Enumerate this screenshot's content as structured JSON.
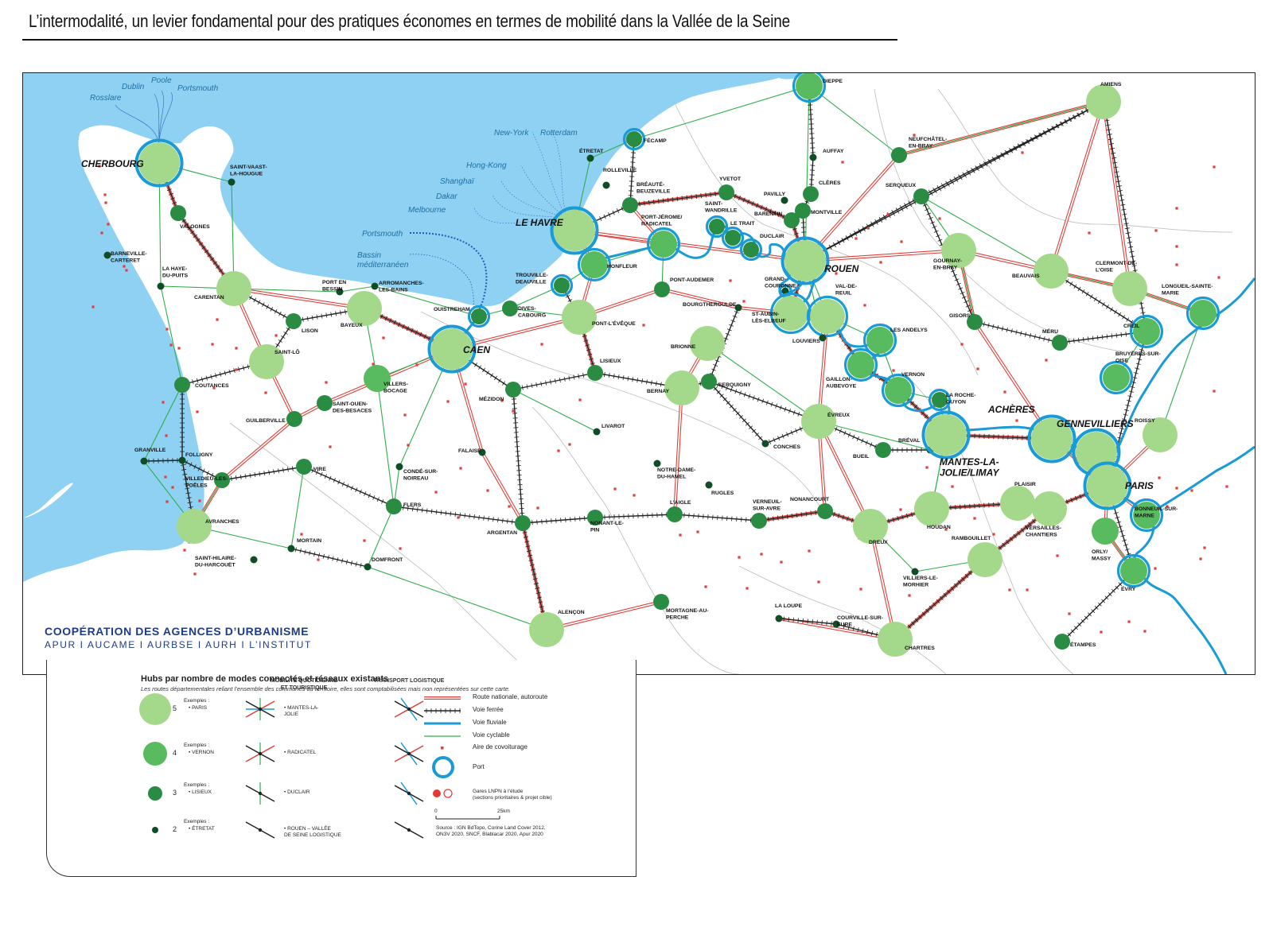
{
  "title": "L’intermodalité, un levier fondamental pour des pratiques économes en termes de mobilité dans la Vallée de la Seine",
  "agencies": {
    "line1": "COOPÉRATION DES AGENCES D’URBANISME",
    "line2": "APUR I AUCAME I AURBSE I AURH I L’INSTITUT"
  },
  "colors": {
    "sea": "#8fd1f2",
    "road_red": "#e0403a",
    "rail": "#222222",
    "river": "#1a9bd7",
    "cycle": "#2fae4a",
    "carpool": "#e0403a",
    "hub5": "#a4d88a",
    "hub4": "#58bb5f",
    "hub3": "#2a8c43",
    "hub2": "#0f4d26",
    "port_ring": "#1a9bd7"
  },
  "sea_labels": {
    "dublin": "Dublin",
    "poole": "Poole",
    "portsmouth_top": "Portsmouth",
    "rosslare": "Rosslare",
    "newyork": "New-York",
    "rotterdam": "Rotterdam",
    "hongkong": "Hong-Kong",
    "shanghai": "Shanghaï",
    "dakar": "Dakar",
    "melbourne": "Melbourne",
    "portsmouth": "Portsmouth",
    "bassin": "Bassin",
    "mediterraneen": "méditerranéen"
  },
  "places": [
    {
      "id": "cherbourg",
      "name": "CHERBOURG",
      "level": 5,
      "port": true,
      "big": true
    },
    {
      "id": "stvaast",
      "name": "SAINT-VAAST-\nLA-HOUGUE",
      "level": 2,
      "port": false
    },
    {
      "id": "valognes",
      "name": "VALOGNES",
      "level": 3,
      "port": false
    },
    {
      "id": "barneville",
      "name": "BARNEVILLE-\nCARTERET",
      "level": 2,
      "port": false
    },
    {
      "id": "lahaye",
      "name": "LA HAYE-\nDU-PUITS",
      "level": 2,
      "port": false
    },
    {
      "id": "carentan",
      "name": "CARENTAN",
      "level": 5,
      "port": false
    },
    {
      "id": "portbessin",
      "name": "PORT EN\nBESSIN",
      "level": 2,
      "port": false
    },
    {
      "id": "arromanches",
      "name": "ARROMANCHES-\nLES-BAINS",
      "level": 2,
      "port": false
    },
    {
      "id": "bayeux",
      "name": "BAYEUX",
      "level": 5,
      "port": false
    },
    {
      "id": "lison",
      "name": "LISON",
      "level": 3,
      "port": false
    },
    {
      "id": "stlo",
      "name": "SAINT-LÔ",
      "level": 5,
      "port": false
    },
    {
      "id": "coutances",
      "name": "COUTANCES",
      "level": 3,
      "port": false
    },
    {
      "id": "guilberville",
      "name": "GUILBERVILLE",
      "level": 3,
      "port": false
    },
    {
      "id": "stouen",
      "name": "SAINT-OUEN-\nDES-BESACES",
      "level": 3,
      "port": false
    },
    {
      "id": "villersbocage",
      "name": "VILLERS-\nBOCAGE",
      "level": 4,
      "port": false
    },
    {
      "id": "granville",
      "name": "GRANVILLE",
      "level": 2,
      "port": false
    },
    {
      "id": "folligny",
      "name": "FOLLIGNY",
      "level": 2,
      "port": false
    },
    {
      "id": "villedieu",
      "name": "VILLEDIEU-LES-\nPOÊLES",
      "level": 3,
      "port": false
    },
    {
      "id": "vire",
      "name": "VIRE",
      "level": 3,
      "port": false
    },
    {
      "id": "avranches",
      "name": "AVRANCHES",
      "level": 5,
      "port": false
    },
    {
      "id": "mortain",
      "name": "MORTAIN",
      "level": 2,
      "port": false
    },
    {
      "id": "sthilaire",
      "name": "SAINT-HILAIRE-\nDU-HARCOUËT",
      "level": 2,
      "port": false
    },
    {
      "id": "domfront",
      "name": "DOMFRONT",
      "level": 2,
      "port": false
    },
    {
      "id": "flers",
      "name": "FLERS",
      "level": 3,
      "port": false
    },
    {
      "id": "condesn",
      "name": "CONDÉ-SUR-\nNOIREAU",
      "level": 2,
      "port": false
    },
    {
      "id": "ouistreham",
      "name": "OUISTREHAM",
      "level": 3,
      "port": true
    },
    {
      "id": "caen",
      "name": "CAEN",
      "level": 5,
      "port": true,
      "big": true
    },
    {
      "id": "dives",
      "name": "DIVES-\nCABOURG",
      "level": 3,
      "port": false
    },
    {
      "id": "trouville",
      "name": "TROUVILLE-\nDEAUVILLE",
      "level": 3,
      "port": true
    },
    {
      "id": "mezidon",
      "name": "MÉZIDON",
      "level": 3,
      "port": false
    },
    {
      "id": "falaise",
      "name": "FALAISE",
      "level": 2,
      "port": false
    },
    {
      "id": "argentan",
      "name": "ARGENTAN",
      "level": 3,
      "port": false
    },
    {
      "id": "alencon",
      "name": "ALENÇON",
      "level": 5,
      "port": false
    },
    {
      "id": "pontleveque",
      "name": "PONT-L’ÉVÊQUE",
      "level": 5,
      "port": false
    },
    {
      "id": "lisieux",
      "name": "LISIEUX",
      "level": 3,
      "port": false
    },
    {
      "id": "livarot",
      "name": "LIVAROT",
      "level": 2,
      "port": false
    },
    {
      "id": "honfleur",
      "name": "HONFLEUR",
      "level": 4,
      "port": true
    },
    {
      "id": "lehavre",
      "name": "LE HAVRE",
      "level": 5,
      "port": true,
      "big": true
    },
    {
      "id": "etretat",
      "name": "ÉTRETAT",
      "level": 2,
      "port": false
    },
    {
      "id": "fecamp",
      "name": "FÉCAMP",
      "level": 3,
      "port": true
    },
    {
      "id": "rolleville",
      "name": "ROLLEVILLE",
      "level": 2,
      "port": false
    },
    {
      "id": "breaute",
      "name": "BRÉAUTÉ-\nBEUZEVILLE",
      "level": 3,
      "port": false
    },
    {
      "id": "portjerome",
      "name": "PORT-JÉROME/\nRADICATEL",
      "level": 4,
      "port": true
    },
    {
      "id": "pontaudemer",
      "name": "PONT-AUDEMER",
      "level": 3,
      "port": false
    },
    {
      "id": "bourgtheroulde",
      "name": "BOURGTHEROULDE",
      "level": 2,
      "port": false
    },
    {
      "id": "brionne",
      "name": "BRIONNE",
      "level": 5,
      "port": false
    },
    {
      "id": "bernay",
      "name": "BERNAY",
      "level": 5,
      "port": false
    },
    {
      "id": "serquigny",
      "name": "SERQUIGNY",
      "level": 3,
      "port": false
    },
    {
      "id": "notredame",
      "name": "NOTRE-DAME-\nDU-HAMEL",
      "level": 2,
      "port": false
    },
    {
      "id": "rugles",
      "name": "RUGLES",
      "level": 2,
      "port": false
    },
    {
      "id": "laigle",
      "name": "L’AIGLE",
      "level": 3,
      "port": false
    },
    {
      "id": "nonant",
      "name": "NONANT-LE-\nPIN",
      "level": 3,
      "port": false
    },
    {
      "id": "mortagne",
      "name": "MORTAGNE-AU-\nPERCHE",
      "level": 3,
      "port": false
    },
    {
      "id": "yvetot",
      "name": "YVETOT",
      "level": 3,
      "port": false
    },
    {
      "id": "stwandrille",
      "name": "SAINT-\nWANDRILLE",
      "level": 3,
      "port": true
    },
    {
      "id": "letrait",
      "name": "LE TRAIT",
      "level": 3,
      "port": true
    },
    {
      "id": "duclair",
      "name": "DUCLAIR",
      "level": 3,
      "port": true
    },
    {
      "id": "pavilly",
      "name": "PAVILLY",
      "level": 2,
      "port": false
    },
    {
      "id": "barentin",
      "name": "BARENTIN",
      "level": 3,
      "port": false
    },
    {
      "id": "montville",
      "name": "MONTVILLE",
      "level": 3,
      "port": false
    },
    {
      "id": "cleres",
      "name": "CLÈRES",
      "level": 3,
      "port": false
    },
    {
      "id": "auffay",
      "name": "AUFFAY",
      "level": 2,
      "port": false
    },
    {
      "id": "dieppe",
      "name": "DIEPPE",
      "level": 4,
      "port": true
    },
    {
      "id": "grandcouronne",
      "name": "GRAND-\nCOURONNE",
      "level": 2,
      "port": true
    },
    {
      "id": "rouen",
      "name": "ROUEN",
      "level": 5,
      "port": true,
      "big": true
    },
    {
      "id": "staubin",
      "name": "ST-AUBIN-\nLÈS-ELBEUF",
      "level": 5,
      "port": true
    },
    {
      "id": "valdereuil",
      "name": "VAL-DE-\nREUIL",
      "level": 5,
      "port": true
    },
    {
      "id": "louviers",
      "name": "LOUVIERS",
      "level": 2,
      "port": false
    },
    {
      "id": "lesandelys",
      "name": "LES ANDELYS",
      "level": 4,
      "port": true
    },
    {
      "id": "gaillon",
      "name": "GAILLON-\nAUBEVOYE",
      "level": 4,
      "port": true
    },
    {
      "id": "vernon",
      "name": "VERNON",
      "level": 4,
      "port": true
    },
    {
      "id": "larocheguyon",
      "name": "LA ROCHE-\nGUYON",
      "level": 3,
      "port": true
    },
    {
      "id": "evreux",
      "name": "ÉVREUX",
      "level": 5,
      "port": false
    },
    {
      "id": "conches",
      "name": "CONCHES",
      "level": 2,
      "port": false
    },
    {
      "id": "vernsurav",
      "name": "VERNEUIL-\nSUR-AVRE",
      "level": 3,
      "port": false
    },
    {
      "id": "nonancourt",
      "name": "NONANCOURT",
      "level": 3,
      "port": false
    },
    {
      "id": "bueil",
      "name": "BUEIL",
      "level": 3,
      "port": false
    },
    {
      "id": "breval",
      "name": "BRÉVAL",
      "level": 2,
      "port": false
    },
    {
      "id": "dreux",
      "name": "DREUX",
      "level": 5,
      "port": false
    },
    {
      "id": "laloupe",
      "name": "LA LOUPE",
      "level": 2,
      "port": false
    },
    {
      "id": "courville",
      "name": "COURVILLE-SUR-\nEURE",
      "level": 2,
      "port": false
    },
    {
      "id": "chartres",
      "name": "CHARTRES",
      "level": 5,
      "port": false
    },
    {
      "id": "villiers",
      "name": "VILLIERS-LE-\nMORHIER",
      "level": 2,
      "port": false
    },
    {
      "id": "rambouillet",
      "name": "RAMBOUILLET",
      "level": 5,
      "port": false
    },
    {
      "id": "houdan",
      "name": "HOUDAN",
      "level": 5,
      "port": false
    },
    {
      "id": "mantes",
      "name": "MANTES-LA-\nJOLIE/LIMAY",
      "level": 5,
      "port": true,
      "big": true
    },
    {
      "id": "acheres",
      "name": "ACHÈRES",
      "level": 5,
      "port": true,
      "big": true
    },
    {
      "id": "gennevilliers",
      "name": "GENNEVILLIERS",
      "level": 5,
      "port": true,
      "big": true
    },
    {
      "id": "paris",
      "name": "PARIS",
      "level": 5,
      "port": true,
      "big": true
    },
    {
      "id": "plaisir",
      "name": "PLAISIR",
      "level": 5,
      "port": false
    },
    {
      "id": "versailles",
      "name": "VERSAILLES-\nCHANTIERS",
      "level": 5,
      "port": false
    },
    {
      "id": "orly",
      "name": "ORLY/\nMASSY",
      "level": 4,
      "port": false
    },
    {
      "id": "evry",
      "name": "ÉVRY",
      "level": 4,
      "port": true
    },
    {
      "id": "etampes",
      "name": "ÉTAMPES",
      "level": 3,
      "port": false
    },
    {
      "id": "bonneuil",
      "name": "BONNEUIL-SUR-\nMARNE",
      "level": 4,
      "port": true
    },
    {
      "id": "roissy",
      "name": "ROISSY",
      "level": 5,
      "port": false
    },
    {
      "id": "bruyeres",
      "name": "BRUYÈRES-SUR-\nOISE",
      "level": 4,
      "port": true
    },
    {
      "id": "creil",
      "name": "CREIL",
      "level": 4,
      "port": true
    },
    {
      "id": "longueil",
      "name": "LONGUEIL-SAINTE-\nMARIE",
      "level": 4,
      "port": true
    },
    {
      "id": "clermont",
      "name": "CLERMONT-DE-\nL’OISE",
      "level": 5,
      "port": false
    },
    {
      "id": "meru",
      "name": "MÉRU",
      "level": 3,
      "port": false
    },
    {
      "id": "beauvais",
      "name": "BEAUVAIS",
      "level": 5,
      "port": false
    },
    {
      "id": "gisors",
      "name": "GISORS",
      "level": 3,
      "port": false
    },
    {
      "id": "gournay",
      "name": "GOURNAY-\nEN-BRAY",
      "level": 5,
      "port": false
    },
    {
      "id": "serqueux",
      "name": "SERQUEUX",
      "level": 3,
      "port": false
    },
    {
      "id": "neufchatel",
      "name": "NEUFCHÂTEL-\nEN-BRAY",
      "level": 3,
      "port": false
    },
    {
      "id": "amiens",
      "name": "AMIENS",
      "level": 5,
      "port": false
    }
  ],
  "legend": {
    "title": "Hubs par nombre de modes connectés et réseaux existants",
    "subtitle": "Les routes départementales reliant l’ensemble des communes du territoire, elles sont comptabilisées mais non représentées sur cette carte.",
    "col_mobility": "MOBILITÉ QUOTIDIENNE\nET TOURISTIQUE",
    "col_logistics": "TRANSPORT LOGISTIQUE",
    "levels": [
      {
        "n": "5",
        "examples_label": "Exemples :",
        "ex_left": "• PARIS",
        "ex_right": "• MANTES-LA-\nJOLIE"
      },
      {
        "n": "4",
        "examples_label": "Exemples :",
        "ex_left": "• VERNON",
        "ex_right": "• RADICATEL"
      },
      {
        "n": "3",
        "examples_label": "Exemples :",
        "ex_left": "• LISIEUX",
        "ex_right": "• DUCLAIR"
      },
      {
        "n": "2",
        "examples_label": "Exemples :",
        "ex_left": "• ÉTRETAT",
        "ex_right": "• ROUEN – VALLÉE\nDE SEINE LOGISTIQUE"
      }
    ],
    "items": {
      "road": "Route nationale, autoroute",
      "rail": "Voie ferrée",
      "river": "Voie fluviale",
      "cycle": "Voie cyclable",
      "carpool": "Aire de covoiturage",
      "port": "Port",
      "lnpn": "Gares LNPN à l’étude\n(sections prioritaires & projet cible)"
    },
    "scale_zero": "0",
    "scale_km": "25km",
    "source": "Source : IGN BdTopo, Corine Land Cover 2012,\nON3V 2020, SNCF, Blablacar 2020, Apur 2020"
  }
}
